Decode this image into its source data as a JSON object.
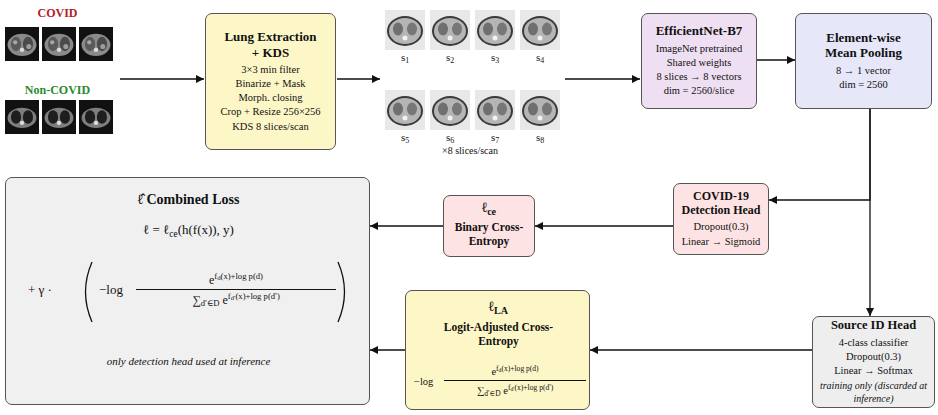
{
  "diagram": {
    "nodes": [
      {
        "text": [
          "Lung Extraction + KDS",
          "3×3 min filter",
          "Binarize + Mask",
          "Morph. closing",
          "Crop + Resize 256×256",
          "KDS 8 slices/scan"
        ]
      },
      {
        "text": [
          "EfficientNet-B7",
          "ImageNet pretrained",
          "Shared weights",
          "8 slices → 8 vectors",
          "dim = 2560/slice"
        ]
      },
      {
        "text": [
          "Element-wise Mean Pooling",
          "8 → 1 vector",
          "dim = 2560"
        ]
      },
      {
        "text": [
          "COVID-19 Detection Head",
          "Dropout(0.3)",
          "Linear → Sigmoid"
        ]
      },
      {
        "text": [
          "Source ID Head",
          "4-class classifier",
          "Dropout(0.3)",
          "Linear → Softmax",
          "training only (discarded at inference)"
        ]
      },
      {
        "text": [
          "ℓce",
          "Binary Cross-Entropy"
        ]
      },
      {
        "text": [
          "ℓLA",
          "Logit-Adjusted Cross-Entropy",
          "−log",
          "efd(x)+log p(d)",
          "∑d′∈D efd′(x)+log p(d′)"
        ]
      },
      {
        "text": [
          "ℓ̂ Combined Loss",
          "ℓ = ℓce(h(f(x)), y)",
          "+ γ ·",
          "−log",
          "efd(x)+log p(d)",
          "∑d′∈D efd′(x)+log p(d′)",
          "only detection head used at inference"
        ]
      }
    ],
    "edges": [
      {
        "from": 1,
        "to": 2,
        "arrow": "to"
      },
      {
        "from": 2,
        "to": 3,
        "arrow": "to"
      },
      {
        "from": 2,
        "to": 4,
        "arrow": "to"
      },
      {
        "from": 3,
        "to": 5,
        "arrow": "to"
      },
      {
        "from": 4,
        "to": 6,
        "arrow": "to"
      },
      {
        "from": 5,
        "to": 7,
        "arrow": "to"
      },
      {
        "from": 6,
        "to": 7,
        "arrow": "to"
      }
    ],
    "labels": [
      "COVID",
      "Non-COVID",
      "s1",
      "s2",
      "s3",
      "s4",
      "s5",
      "s6",
      "s7",
      "s8",
      "×8 slices/scan"
    ]
  }
}
